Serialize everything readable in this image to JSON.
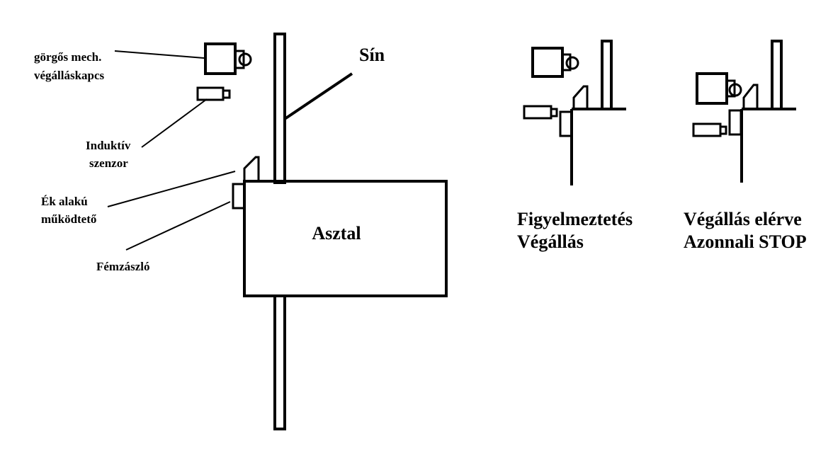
{
  "labels": {
    "switch": [
      "görgős mech.",
      "végálláskapcs"
    ],
    "rail": "Sín",
    "sensor": [
      "Induktív",
      "szenzor"
    ],
    "actuator": [
      "Ék alakú",
      "működtető"
    ],
    "flag": "Fémzászló",
    "table": "Asztal"
  },
  "states": [
    {
      "caption": [
        "Figyelmeztetés",
        "Végállás"
      ]
    },
    {
      "caption": [
        "Végállás elérve",
        "Azonnali STOP"
      ]
    }
  ],
  "colors": {
    "ink": "#000000",
    "background": "#ffffff"
  }
}
